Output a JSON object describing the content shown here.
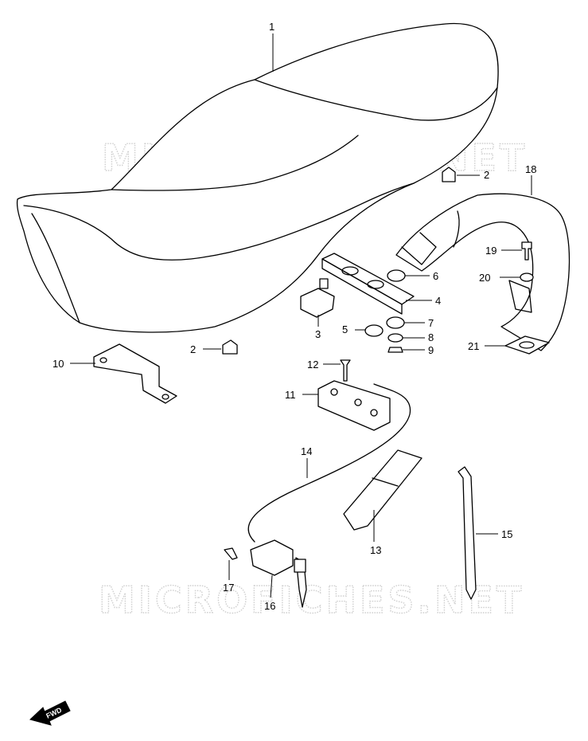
{
  "watermark": {
    "text": "MICROFICHES.NET"
  },
  "direction_mark": {
    "text": "FWD",
    "icon": "fwd-arrow-icon"
  },
  "callouts": [
    {
      "id": "c1",
      "number": "1"
    },
    {
      "id": "c2a",
      "number": "2"
    },
    {
      "id": "c2b",
      "number": "2"
    },
    {
      "id": "c3",
      "number": "3"
    },
    {
      "id": "c4",
      "number": "4"
    },
    {
      "id": "c5",
      "number": "5"
    },
    {
      "id": "c6",
      "number": "6"
    },
    {
      "id": "c7",
      "number": "7"
    },
    {
      "id": "c8",
      "number": "8"
    },
    {
      "id": "c9",
      "number": "9"
    },
    {
      "id": "c10",
      "number": "10"
    },
    {
      "id": "c11",
      "number": "11"
    },
    {
      "id": "c12",
      "number": "12"
    },
    {
      "id": "c13",
      "number": "13"
    },
    {
      "id": "c14",
      "number": "14"
    },
    {
      "id": "c15",
      "number": "15"
    },
    {
      "id": "c16",
      "number": "16"
    },
    {
      "id": "c17",
      "number": "17"
    },
    {
      "id": "c18",
      "number": "18"
    },
    {
      "id": "c19",
      "number": "19"
    },
    {
      "id": "c20",
      "number": "20"
    },
    {
      "id": "c21",
      "number": "21"
    }
  ]
}
